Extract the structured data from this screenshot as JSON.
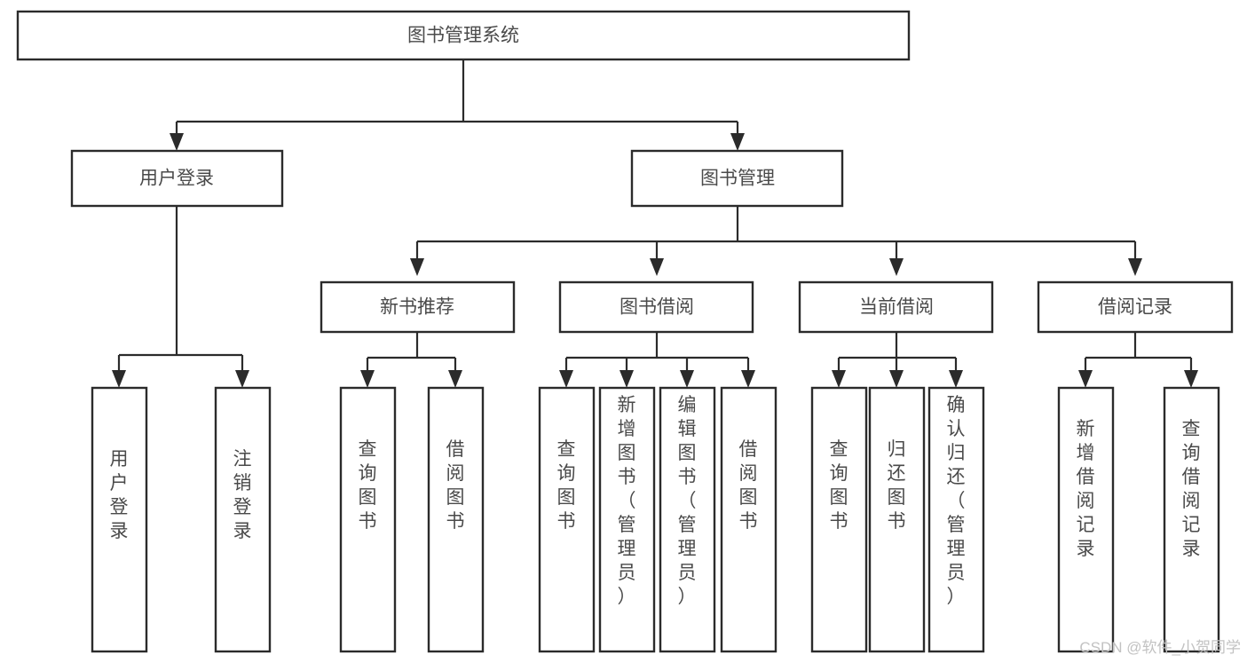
{
  "diagram": {
    "title": "图书管理系统",
    "type": "tree-hierarchy-diagram",
    "colors": {
      "box_stroke": "#2b2b2b",
      "box_fill": "#ffffff",
      "text": "#4a4a4a",
      "connector": "#2b2b2b",
      "watermark": "#c2c2c2",
      "background": "#ffffff"
    },
    "root": {
      "label": "图书管理系统"
    },
    "level2": [
      {
        "label": "用户登录"
      },
      {
        "label": "图书管理"
      }
    ],
    "level3": [
      {
        "label": "新书推荐"
      },
      {
        "label": "图书借阅"
      },
      {
        "label": "当前借阅"
      },
      {
        "label": "借阅记录"
      }
    ],
    "leaves": {
      "user_login": [
        {
          "label": "用户登录"
        },
        {
          "label": "注销登录"
        }
      ],
      "new_book_recommend": [
        {
          "label": "查询图书"
        },
        {
          "label": "借阅图书"
        }
      ],
      "book_borrow": [
        {
          "label": "查询图书"
        },
        {
          "label": "新增图书（管理员）"
        },
        {
          "label": "编辑图书（管理员）"
        },
        {
          "label": "借阅图书"
        }
      ],
      "current_borrow": [
        {
          "label": "查询图书"
        },
        {
          "label": "归还图书"
        },
        {
          "label": "确认归还（管理员）"
        }
      ],
      "borrow_record": [
        {
          "label": "新增借阅记录"
        },
        {
          "label": "查询借阅记录"
        }
      ]
    }
  },
  "watermark": {
    "text": "CSDN @软件_小贺同学"
  }
}
